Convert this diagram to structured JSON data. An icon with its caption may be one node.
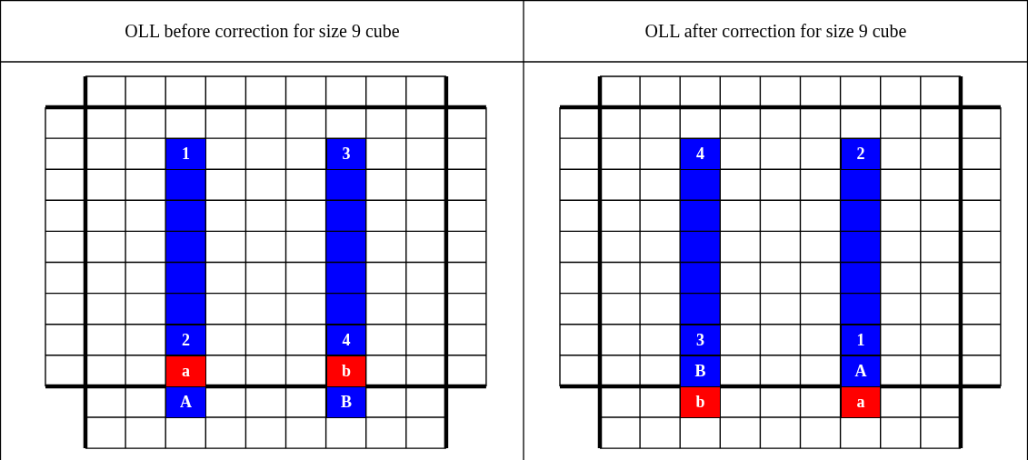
{
  "diagram": {
    "labels": [
      "OLL before correction for size 9 cube",
      "OLL after correction for size 9 cube",
      "1",
      "3",
      "2",
      "4",
      "a",
      "b",
      "A",
      "B",
      "4",
      "2",
      "3",
      "1",
      "B",
      "A",
      "b",
      "a"
    ]
  }
}
